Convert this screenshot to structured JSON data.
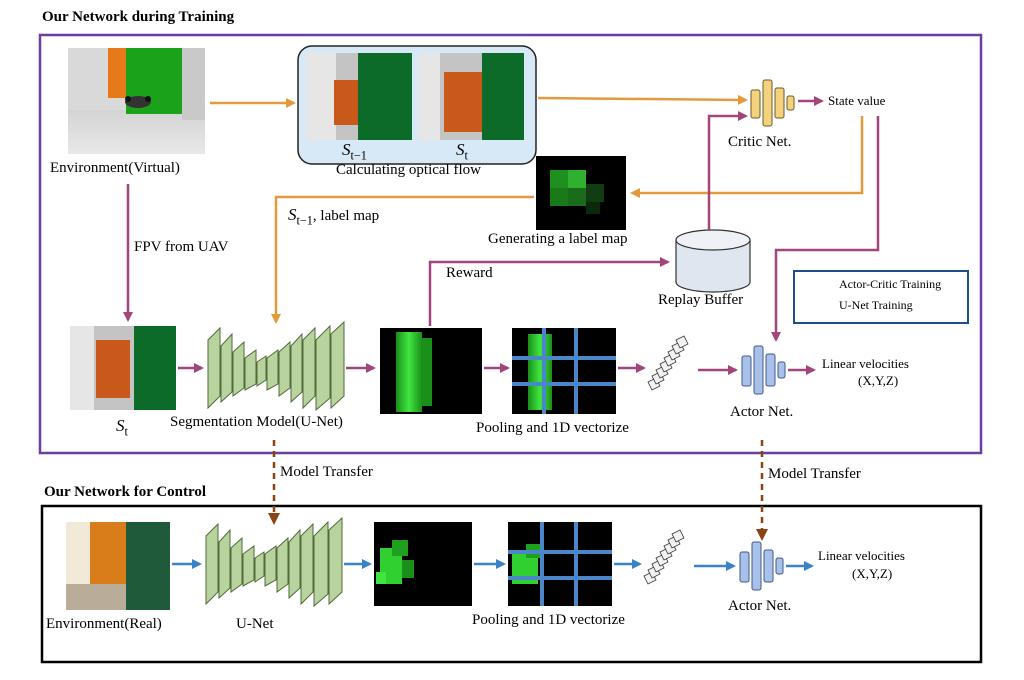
{
  "headers": {
    "training": "Our Network during Training",
    "control": "Our Network for Control"
  },
  "labels": {
    "env_virtual": "Environment(Virtual)",
    "optical_flow": "Calculating optical flow",
    "fpv": "FPV from UAV",
    "st_label_map": ", label map",
    "generating_label_map": "Generating a label map",
    "critic_net": "Critic Net.",
    "state_value": "State value",
    "reward": "Reward",
    "replay_buffer": "Replay Buffer",
    "segmentation_model": "Segmentation Model(U-Net)",
    "pooling_train": "Pooling and 1D vectorize",
    "actor_net_train": "Actor Net.",
    "linear_vel_train": "Linear velocities",
    "xyz_train": "(X,Y,Z)",
    "model_transfer_left": "Model Transfer",
    "model_transfer_right": "Model Transfer",
    "env_real": "Environment(Real)",
    "unet": "U-Net",
    "pooling_control": "Pooling and 1D vectorize",
    "actor_net_control": "Actor Net.",
    "linear_vel_control": "Linear velocities",
    "xyz_control": "(X,Y,Z)"
  },
  "math": {
    "s_prev": {
      "base": "S",
      "sub": "t−1"
    },
    "s_t": {
      "base": "S",
      "sub": "t"
    },
    "s_prev_label": {
      "base": "S",
      "sub": "t−1"
    },
    "s_t_input": {
      "base": "S",
      "sub": "t"
    }
  },
  "legend": {
    "actor_critic": "Actor-Critic Training",
    "unet_training": "U-Net Training"
  },
  "colors": {
    "training_border": "#6b3fa0",
    "control_border": "#000000",
    "actor_critic_arrow": "#a2457a",
    "unet_training_arrow": "#e39a3c",
    "control_arrow": "#3a83c9",
    "transfer_arrow": "#8b4513",
    "unet_block": "#b9d39e",
    "net_yellow": "#f3d27d",
    "net_blue": "#a9c1ea",
    "grid_line": "#4a86c8"
  }
}
